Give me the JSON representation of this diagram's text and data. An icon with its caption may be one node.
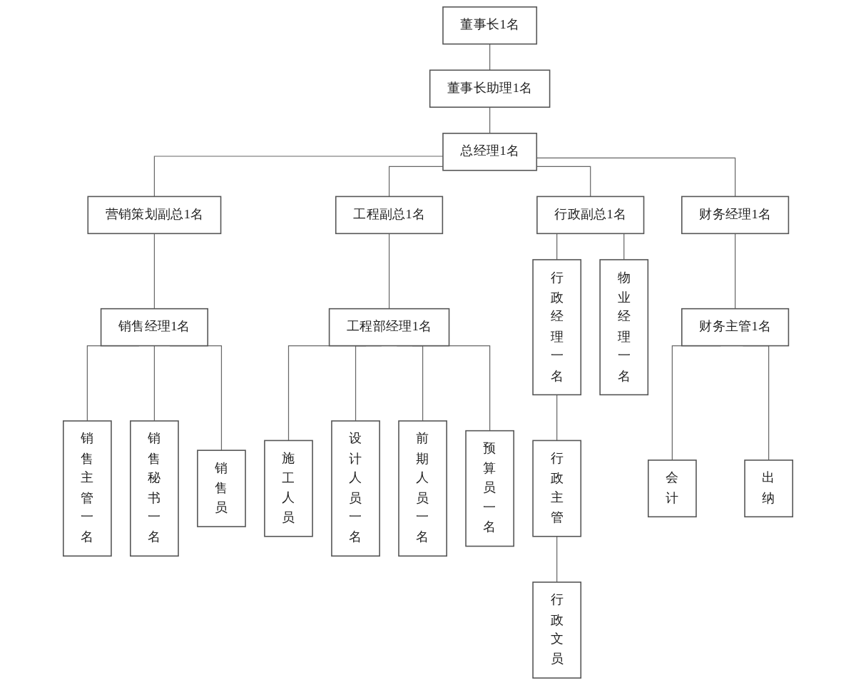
{
  "diagram": {
    "nodes": [
      {
        "text": [
          "董事长1名"
        ]
      },
      {
        "text": [
          "董事长助理1名"
        ]
      },
      {
        "text": [
          "总经理1名"
        ]
      },
      {
        "text": [
          "营销策划副总1名"
        ]
      },
      {
        "text": [
          "工程副总1名"
        ]
      },
      {
        "text": [
          "行政副总1名"
        ]
      },
      {
        "text": [
          "财务经理1名"
        ]
      },
      {
        "text": [
          "销售经理1名"
        ]
      },
      {
        "text": [
          "工程部经理1名"
        ]
      },
      {
        "text": [
          "行政经理一名"
        ]
      },
      {
        "text": [
          "物业经理一名"
        ]
      },
      {
        "text": [
          "财务主管1名"
        ]
      },
      {
        "text": [
          "销售主管一名"
        ]
      },
      {
        "text": [
          "销售秘书一名"
        ]
      },
      {
        "text": [
          "销售员"
        ]
      },
      {
        "text": [
          "施工人员"
        ]
      },
      {
        "text": [
          "设计人员一名"
        ]
      },
      {
        "text": [
          "前期人员一名"
        ]
      },
      {
        "text": [
          "预算员一名"
        ]
      },
      {
        "text": [
          "行政主管"
        ]
      },
      {
        "text": [
          "行政文员"
        ]
      },
      {
        "text": [
          "会计"
        ]
      },
      {
        "text": [
          "出纳"
        ]
      }
    ],
    "edges": [
      {
        "from": 0,
        "to": 1,
        "arrow": "none"
      },
      {
        "from": 1,
        "to": 2,
        "arrow": "none"
      },
      {
        "from": 2,
        "to": 3,
        "arrow": "none"
      },
      {
        "from": 2,
        "to": 4,
        "arrow": "none"
      },
      {
        "from": 2,
        "to": 5,
        "arrow": "none"
      },
      {
        "from": 2,
        "to": 6,
        "arrow": "none"
      },
      {
        "from": 3,
        "to": 7,
        "arrow": "none"
      },
      {
        "from": 4,
        "to": 8,
        "arrow": "none"
      },
      {
        "from": 5,
        "to": 9,
        "arrow": "none"
      },
      {
        "from": 5,
        "to": 10,
        "arrow": "none"
      },
      {
        "from": 6,
        "to": 11,
        "arrow": "none"
      },
      {
        "from": 7,
        "to": 12,
        "arrow": "none"
      },
      {
        "from": 7,
        "to": 13,
        "arrow": "none"
      },
      {
        "from": 7,
        "to": 14,
        "arrow": "none"
      },
      {
        "from": 8,
        "to": 15,
        "arrow": "none"
      },
      {
        "from": 8,
        "to": 16,
        "arrow": "none"
      },
      {
        "from": 8,
        "to": 17,
        "arrow": "none"
      },
      {
        "from": 8,
        "to": 18,
        "arrow": "none"
      },
      {
        "from": 9,
        "to": 19,
        "arrow": "none"
      },
      {
        "from": 19,
        "to": 20,
        "arrow": "none"
      },
      {
        "from": 11,
        "to": 21,
        "arrow": "none"
      },
      {
        "from": 11,
        "to": 22,
        "arrow": "none"
      }
    ]
  }
}
